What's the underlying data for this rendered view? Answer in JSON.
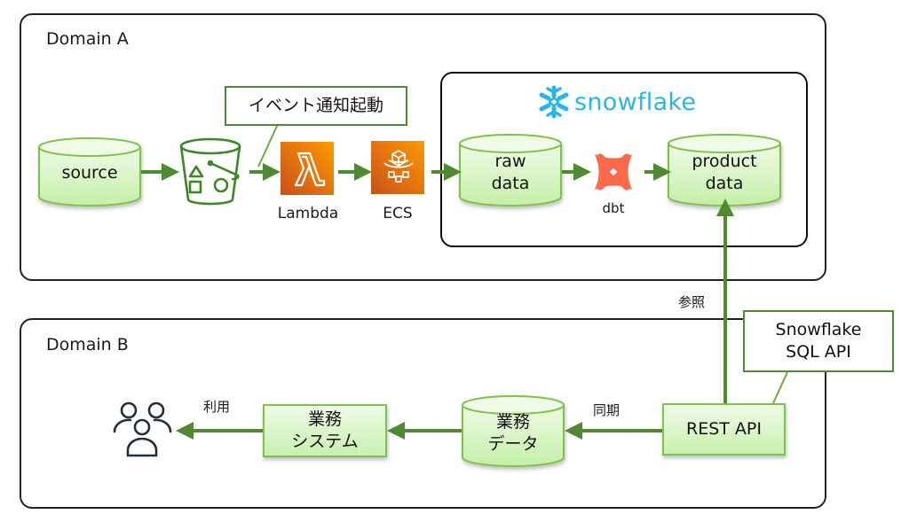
{
  "domains": {
    "a": {
      "title": "Domain A"
    },
    "b": {
      "title": "Domain B"
    }
  },
  "nodes": {
    "source": {
      "label": "source",
      "icon": "database-cylinder"
    },
    "s3": {
      "icon": "s3-bucket-icon"
    },
    "event_callout": {
      "label": "イベント通知起動"
    },
    "lambda": {
      "label": "Lambda",
      "icon": "aws-lambda-icon"
    },
    "ecs": {
      "label": "ECS",
      "icon": "aws-ecs-icon"
    },
    "snowflake": {
      "logo_text": "snowflake",
      "icon": "snowflake-icon",
      "color": "#29b5e8"
    },
    "raw_data": {
      "line1": "raw",
      "line2": "data"
    },
    "dbt": {
      "label": "dbt",
      "icon": "dbt-icon",
      "color": "#ff694b"
    },
    "product_data": {
      "line1": "product",
      "line2": "data"
    },
    "rest_api": {
      "label": "REST API"
    },
    "sql_api_callout": {
      "line1": "Snowflake",
      "line2": "SQL API"
    },
    "gyomu_data": {
      "line1": "業務",
      "line2": "データ"
    },
    "gyomu_system": {
      "line1": "業務",
      "line2": "システム"
    },
    "users": {
      "icon": "users-icon"
    }
  },
  "edges": {
    "reference": "参照",
    "sync": "同期",
    "use": "利用"
  },
  "colors": {
    "arrow": "#4f8a32",
    "node_border": "#7fc24c",
    "node_fill_top": "#effbe6",
    "node_fill_bottom": "#c9f0b0",
    "aws_orange": "#ff9900",
    "aws_dark": "#c8511b",
    "s3_green": "#3f8624"
  }
}
